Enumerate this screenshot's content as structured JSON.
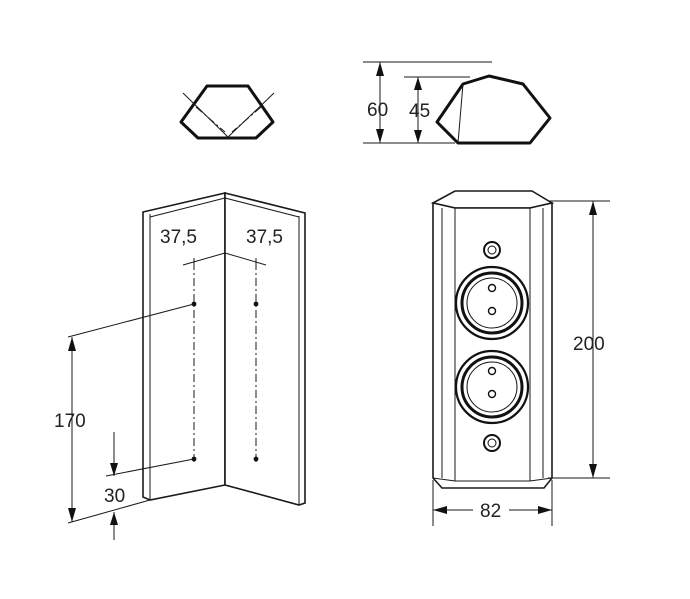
{
  "dimensions": {
    "height_total": "60",
    "height_inner": "45",
    "offset_left": "37,5",
    "offset_right": "37,5",
    "mount_spacing": "170",
    "mount_bottom": "30",
    "socket_height": "200",
    "socket_width": "82"
  },
  "colors": {
    "line": "#1a1a1a",
    "background": "#ffffff"
  }
}
